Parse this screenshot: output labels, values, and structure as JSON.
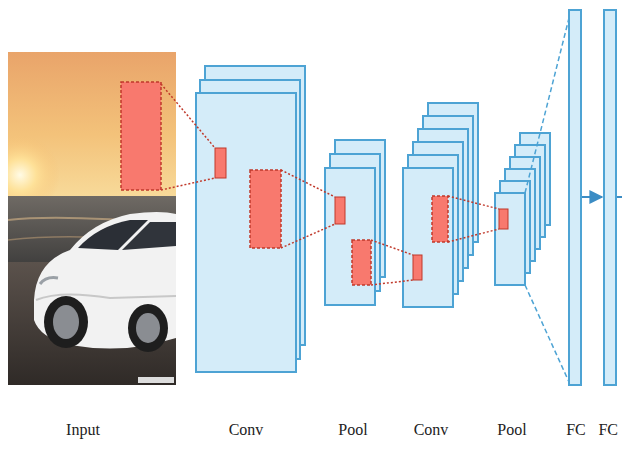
{
  "diagram": {
    "labels": [
      "Input",
      "Conv",
      "Pool",
      "Conv",
      "Pool",
      "FC",
      "FC"
    ]
  }
}
